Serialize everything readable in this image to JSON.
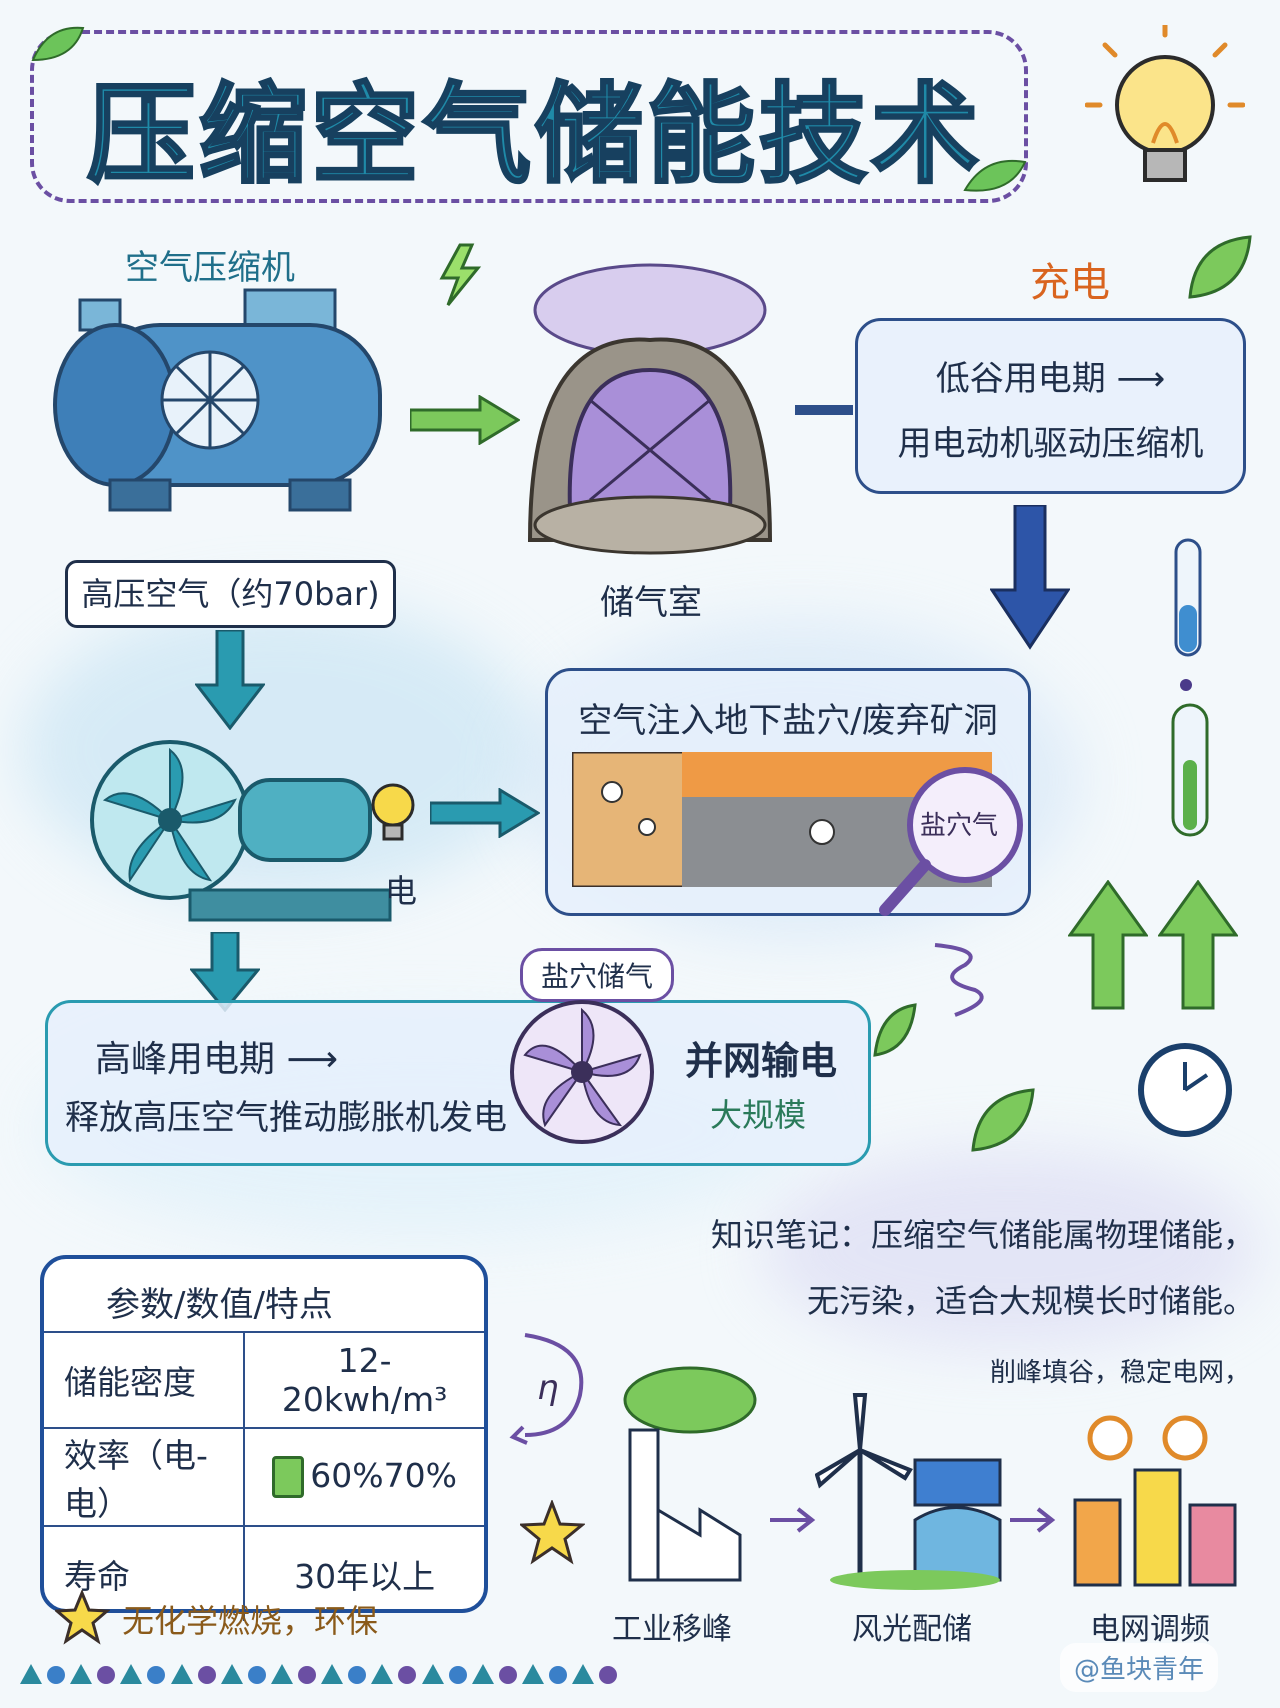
{
  "title": "压缩空气储能技术",
  "compressor": {
    "label": "空气压缩机",
    "output_label": "高压空气（约70bar)"
  },
  "storage": {
    "label": "储气室"
  },
  "charge": {
    "tag": "充电",
    "line1": "低谷用电期 ⟶",
    "line2": "用电动机驱动压缩机"
  },
  "injection": {
    "title": "空气注入地下盐穴/废弃矿洞",
    "magnifier_label": "盐穴气"
  },
  "turbine": {
    "electric_label": "电"
  },
  "discharge": {
    "line1": "高峰用电期 ⟶",
    "line2": "释放高压空气推动膨胀机发电",
    "cavern_tag": "盐穴储气",
    "grid_label": "并网输电",
    "grid_sub": "大规模"
  },
  "note": {
    "line1": "知识笔记：压缩空气储能属物理储能，",
    "line2": "无污染，适合大规模长时储能。"
  },
  "params": {
    "header": "参数/数值/特点",
    "rows": [
      {
        "name": "储能密度",
        "value": "12-20kwh/m³"
      },
      {
        "name": "效率（电-电）",
        "value": "60%70%"
      },
      {
        "name": "寿命",
        "value": "30年以上"
      }
    ],
    "eta_symbol": "η",
    "footer": "无化学燃烧，环保"
  },
  "applications": {
    "annotation": "削峰填谷，稳定电网，",
    "items": [
      "工业移峰",
      "风光配储",
      "电网调频"
    ]
  },
  "watermark": "@鱼块青年",
  "colors": {
    "teal": "#1f8aa8",
    "navy": "#2d4f8a",
    "purple": "#6b4fa3",
    "green": "#5bb04a",
    "orange": "#e08a2a"
  },
  "icons": [
    "lightbulb-icon",
    "leaf-icon",
    "lightning-icon",
    "star-icon",
    "clock-icon",
    "thermometer-icon",
    "test-tube-icon",
    "magnifier-icon",
    "battery-icon",
    "eta-cycle-icon"
  ]
}
